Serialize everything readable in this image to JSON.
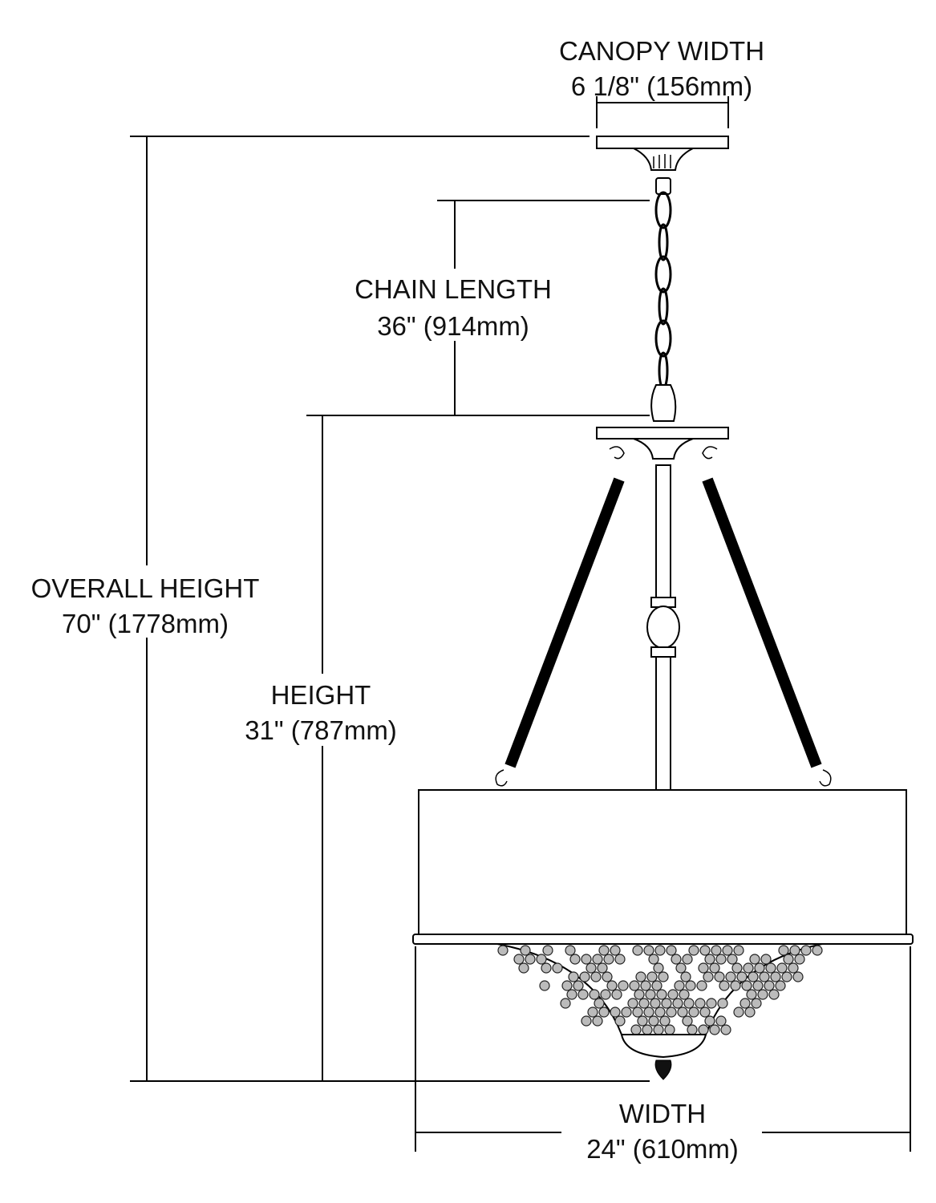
{
  "dimensions": {
    "canopy_width": {
      "label": "CANOPY WIDTH",
      "value": "6 1/8\" (156mm)"
    },
    "chain_length": {
      "label": "CHAIN LENGTH",
      "value": "36\" (914mm)"
    },
    "overall_height": {
      "label": "OVERALL HEIGHT",
      "value": "70\" (1778mm)"
    },
    "height": {
      "label": "HEIGHT",
      "value": "31\" (787mm)"
    },
    "width": {
      "label": "WIDTH",
      "value": "24\" (610mm)"
    }
  }
}
